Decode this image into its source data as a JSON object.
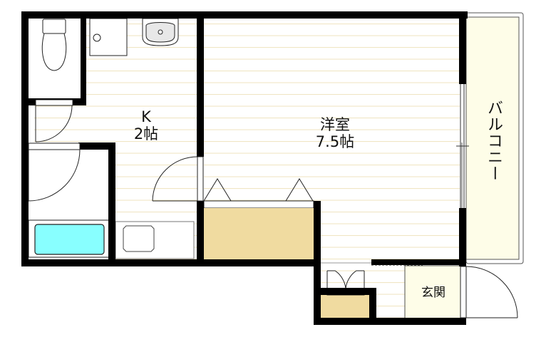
{
  "floor_plan": {
    "rooms": {
      "kitchen": {
        "name": "K",
        "area": "2帖"
      },
      "western_room": {
        "name": "洋室",
        "area": "7.5帖"
      },
      "balcony": {
        "name": "バルコニー"
      },
      "entrance": {
        "name": "玄関"
      }
    },
    "fixtures": {
      "toilet": "toilet",
      "washbasin": "washbasin",
      "washing_machine_area": "washing-machine",
      "bathtub": "bathtub",
      "kitchen_sink": "kitchen-sink",
      "closet": "closet",
      "shoe_cabinet": "shoe-cabinet"
    },
    "colors": {
      "wall": "#000000",
      "floor_lines": "#f0e6c4",
      "closet_fill": "#f0dba0",
      "balcony_fill": "#fefde8",
      "entrance_fill": "#fefde8",
      "bathtub_fill": "#88ffff",
      "washbasin_fill": "#e8e8e8"
    }
  }
}
